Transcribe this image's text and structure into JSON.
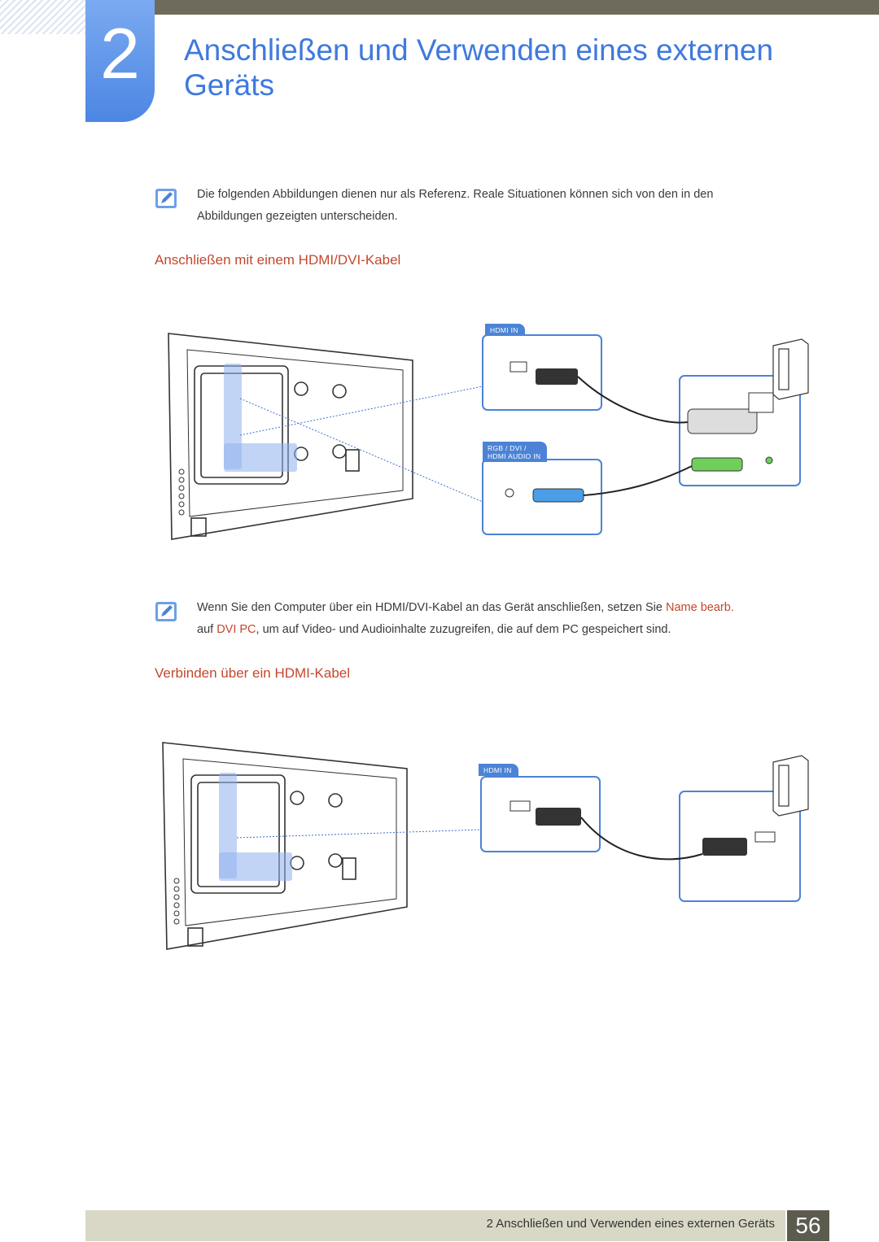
{
  "chapter": {
    "number": "2",
    "title_line1": "Anschließen und Verwenden eines externen",
    "title_line2": "Geräts"
  },
  "notes": [
    {
      "line1": "Die folgenden Abbildungen dienen nur als Referenz. Reale Situationen können sich von den in den",
      "line2": "Abbildungen gezeigten unterscheiden."
    },
    {
      "line1_a": "Wenn Sie den Computer über ein HDMI/DVI-Kabel an das Gerät anschließen, setzen Sie ",
      "line1_hl": "Name bearb.",
      "line2_a": "auf ",
      "line2_hl": "DVI PC",
      "line2_b": ", um auf Video- und Audioinhalte zuzugreifen, die auf dem PC gespeichert sind."
    }
  ],
  "sections": [
    {
      "heading": "Anschließen mit einem HDMI/DVI-Kabel"
    },
    {
      "heading": "Verbinden über ein HDMI-Kabel"
    }
  ],
  "figure1": {
    "port_label_top": "HDMI IN",
    "port_label_bottom_1": "RGB / DVI /",
    "port_label_bottom_2": "HDMI AUDIO IN"
  },
  "figure2": {
    "port_label": "HDMI IN"
  },
  "footer": {
    "text": "2 Anschließen und Verwenden eines externen Geräts",
    "page": "56"
  },
  "colors": {
    "accent_blue": "#3f79de",
    "highlight_orange": "#c4472d",
    "footer_bar": "#d9d8c7",
    "page_box": "#5c5b4e"
  }
}
